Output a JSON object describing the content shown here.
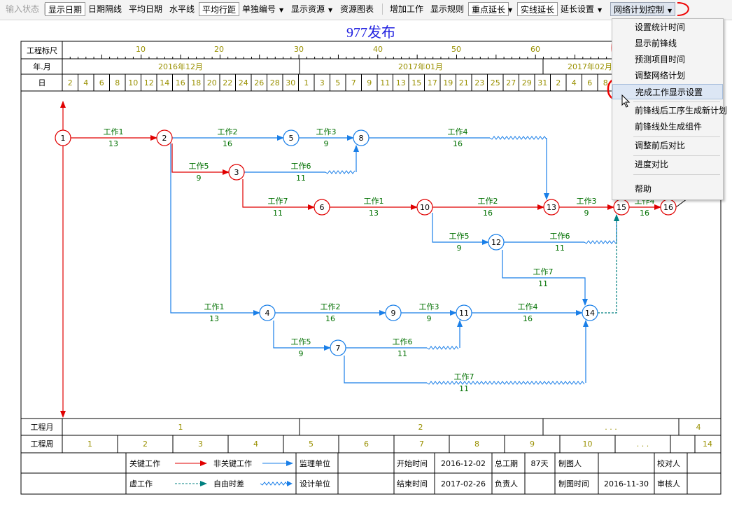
{
  "toolbar": {
    "items": [
      "输入状态",
      "显示日期",
      "日期隔线",
      "平均日期",
      "水平线",
      "平均行距",
      "单独编号",
      "显示资源",
      "资源图表",
      "增加工作",
      "显示规则",
      "重点延长",
      "实线延长",
      "延长设置",
      "网络计划控制"
    ]
  },
  "document_title": "977发布",
  "header_rows": {
    "ruler_label": "工程标尺",
    "ruler_ticks": [
      "10",
      "20",
      "30",
      "40",
      "50",
      "60"
    ],
    "month_label": "年.月",
    "months": [
      "2016年12月",
      "2017年01月",
      "2017年02月"
    ],
    "day_label": "日",
    "days": [
      "2",
      "4",
      "6",
      "8",
      "10",
      "12",
      "14",
      "16",
      "18",
      "20",
      "22",
      "24",
      "26",
      "28",
      "30",
      "1",
      "3",
      "5",
      "7",
      "9",
      "11",
      "13",
      "15",
      "17",
      "19",
      "21",
      "23",
      "25",
      "27",
      "29",
      "31",
      "2",
      "4",
      "6",
      "8"
    ]
  },
  "nodes": [
    "1",
    "2",
    "3",
    "4",
    "5",
    "6",
    "7",
    "8",
    "9",
    "10",
    "11",
    "12",
    "13",
    "14",
    "15",
    "16"
  ],
  "works": [
    {
      "name": "工作1",
      "dur": "13"
    },
    {
      "name": "工作2",
      "dur": "16"
    },
    {
      "name": "工作3",
      "dur": "9"
    },
    {
      "name": "工作4",
      "dur": "16"
    },
    {
      "name": "工作5",
      "dur": "9"
    },
    {
      "name": "工作6",
      "dur": "11"
    },
    {
      "name": "工作7",
      "dur": "11"
    },
    {
      "name": "工作1",
      "dur": "13"
    },
    {
      "name": "工作2",
      "dur": "16"
    },
    {
      "name": "工作3",
      "dur": "9"
    },
    {
      "name": "工作4",
      "dur": "16"
    },
    {
      "name": "工作5",
      "dur": "9"
    },
    {
      "name": "工作6",
      "dur": "11"
    },
    {
      "name": "工作7",
      "dur": "11"
    },
    {
      "name": "工作1",
      "dur": "13"
    },
    {
      "name": "工作2",
      "dur": "16"
    },
    {
      "name": "工作3",
      "dur": "9"
    },
    {
      "name": "工作4",
      "dur": "16"
    },
    {
      "name": "工作5",
      "dur": "9"
    },
    {
      "name": "工作6",
      "dur": "11"
    },
    {
      "name": "工作7",
      "dur": "11"
    }
  ],
  "footer": {
    "month_label": "工程月",
    "months": [
      "1",
      "2",
      ". . .",
      "4"
    ],
    "week_label": "工程周",
    "weeks": [
      "1",
      "2",
      "3",
      "4",
      "5",
      "6",
      "7",
      "8",
      "9",
      "10",
      ". . .",
      "14"
    ]
  },
  "legend": {
    "critical": "关键工作",
    "noncritical": "非关键工作",
    "dummy": "虚工作",
    "float": "自由时差",
    "supervisor": "监理单位",
    "designer": "设计单位",
    "start_label": "开始时间",
    "start_value": "2016-12-02",
    "end_label": "结束时间",
    "end_value": "2017-02-26",
    "total_label": "总工期",
    "total_value": "87天",
    "resp_label": "负责人",
    "draw_label": "制图人",
    "draw_time_label": "制图时间",
    "draw_time_value": "2016-11-30",
    "check_label": "校对人",
    "review_label": "审核人"
  },
  "menu": {
    "items": [
      "设置统计时间",
      "显示前锋线",
      "预测项目时间",
      "调整网络计划",
      "完成工作显示设置",
      "前锋线后工序生成新计划",
      "前锋线处生成组件",
      "调整前后对比",
      "进度对比",
      "帮助"
    ],
    "highlighted_index": 4
  },
  "colors": {
    "critical": "#e00000",
    "noncritical": "#1a7fe8",
    "label": "#007000",
    "annotation": "#ee0000",
    "title": "#2020e0",
    "dummy": "#008080"
  }
}
